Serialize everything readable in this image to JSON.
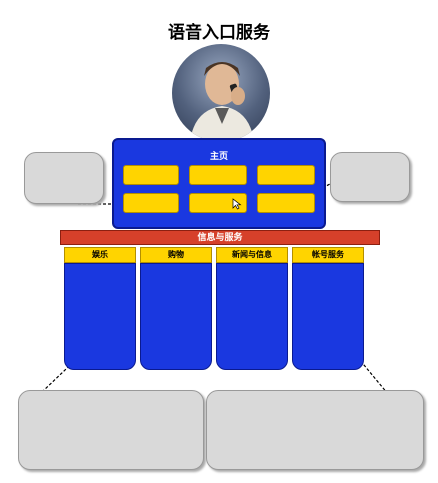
{
  "title": "语音入口服务",
  "main": {
    "label": "主页",
    "buttons": [
      "",
      "",
      "",
      "",
      "",
      ""
    ]
  },
  "callouts": {
    "left": "",
    "right": "",
    "bottom_left": "",
    "bottom_right": ""
  },
  "info_bar": "信息与服务",
  "categories": [
    {
      "label": "娱乐",
      "items": [
        "",
        "",
        "",
        ""
      ]
    },
    {
      "label": "购物",
      "items": [
        "",
        "",
        "",
        ""
      ]
    },
    {
      "label": "新闻与信息",
      "items": [
        "",
        "",
        "",
        ""
      ]
    },
    {
      "label": "帐号服务",
      "items": [
        "",
        "",
        "",
        ""
      ]
    }
  ],
  "colors": {
    "primary_blue": "#1a38e0",
    "accent_yellow": "#ffd400",
    "bar_red": "#d6402a",
    "callout_gray": "#d9d9d9"
  }
}
